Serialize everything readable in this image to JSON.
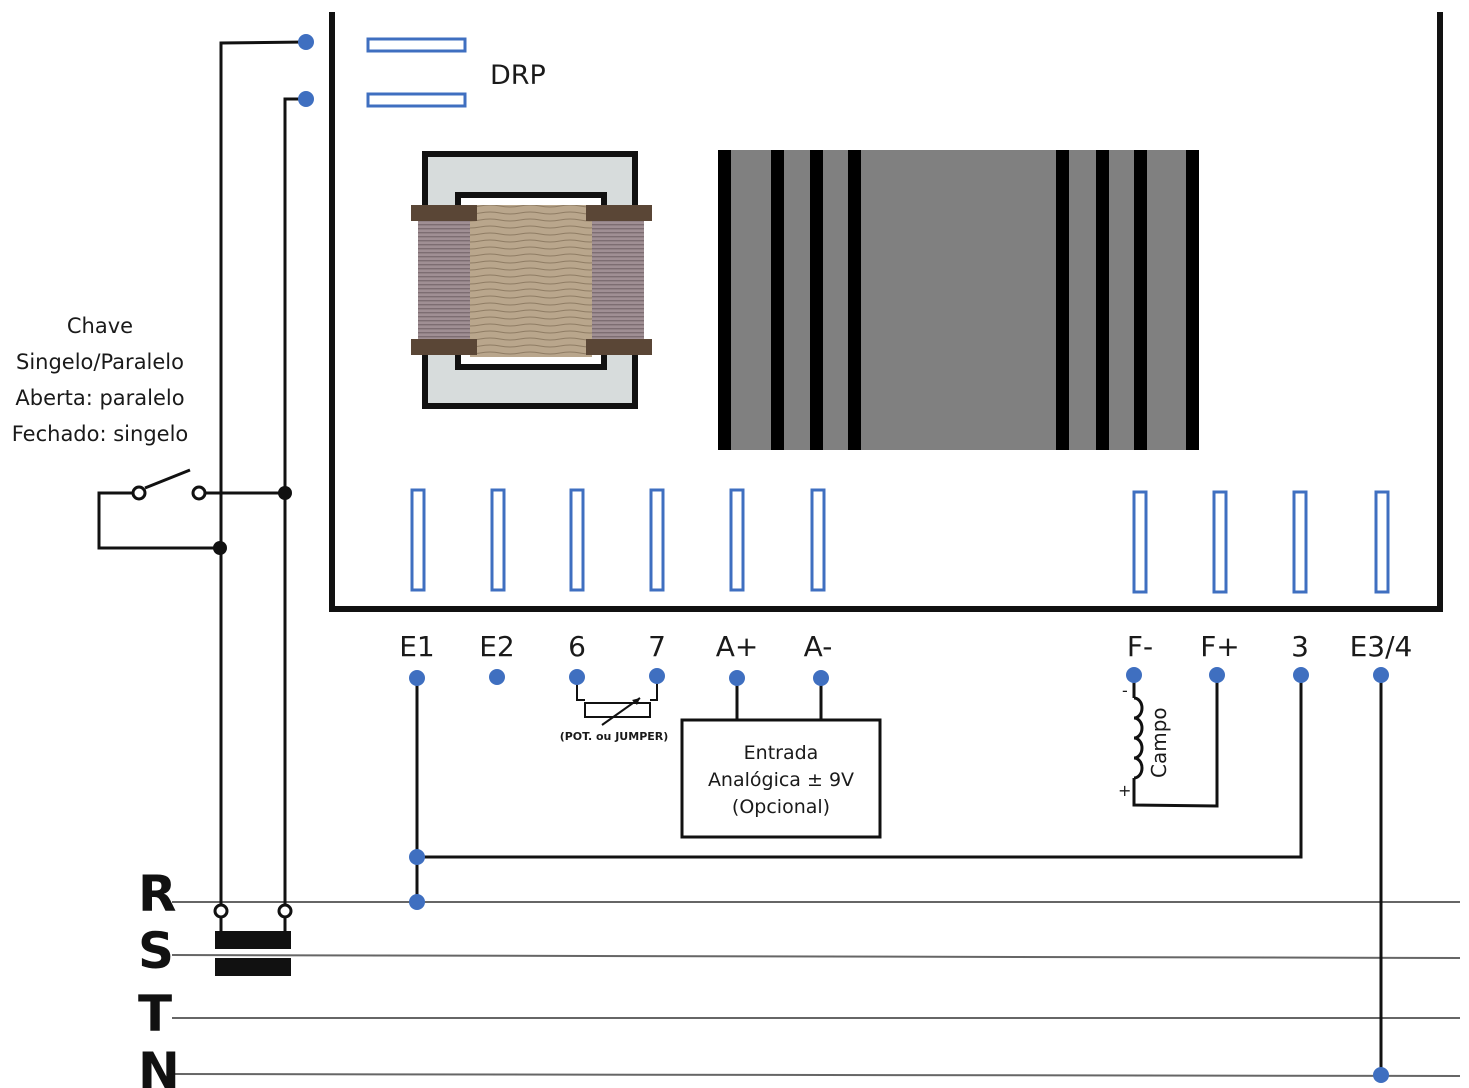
{
  "drp_label": "DRP",
  "switch_label": {
    "line1": "Chave",
    "line2": "Singelo/Paralelo",
    "line3": "Aberta: paralelo",
    "line4": "Fechado: singelo"
  },
  "terminals": [
    "E1",
    "E2",
    "6",
    "7",
    "A+",
    "A-",
    "F-",
    "F+",
    "3",
    "E3/4"
  ],
  "pot_label": "(POT. ou JUMPER)",
  "analog_box": {
    "line1": "Entrada",
    "line2": "Analógica ± 9V",
    "line3": "(Opcional)"
  },
  "field_label": "Campo",
  "field_minus": "-",
  "field_plus": "+",
  "phases": [
    "R",
    "S",
    "T",
    "N"
  ],
  "colors": {
    "terminal_dot": "#3f6fc0",
    "heatsink": "#808080",
    "heatsink_fin": "#000000",
    "transformer_core": "#d7dcdc",
    "coil": "#9c8a8f",
    "coil_center": "#b8a58c"
  }
}
